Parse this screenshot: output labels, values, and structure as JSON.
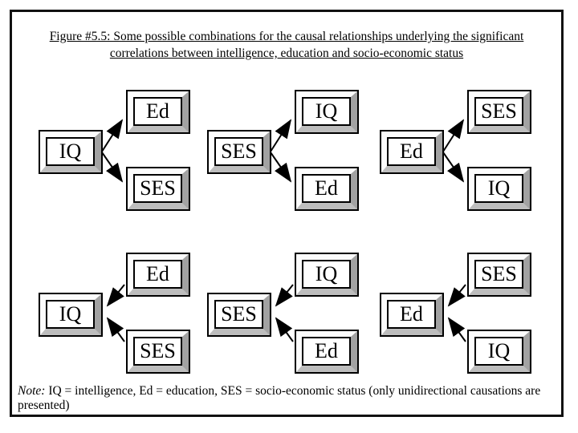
{
  "figure": {
    "title_line1": "Figure #5.5: Some possible combinations for the causal relationships underlying the significant",
    "title_line2": "correlations between intelligence, education and socio-economic status",
    "note_prefix": "Note:",
    "note_text": " IQ = intelligence, Ed = education, SES = socio-economic status (only unidirectional causations are presented)"
  },
  "diagrams": [
    {
      "left_label": "IQ",
      "top_label": "Ed",
      "bottom_label": "SES",
      "arrow_direction": "left-box-to-right-boxes"
    },
    {
      "left_label": "SES",
      "top_label": "IQ",
      "bottom_label": "Ed",
      "arrow_direction": "left-box-to-right-boxes"
    },
    {
      "left_label": "Ed",
      "top_label": "SES",
      "bottom_label": "IQ",
      "arrow_direction": "left-box-to-right-boxes"
    },
    {
      "left_label": "IQ",
      "top_label": "Ed",
      "bottom_label": "SES",
      "arrow_direction": "right-boxes-to-left-box"
    },
    {
      "left_label": "SES",
      "top_label": "IQ",
      "bottom_label": "Ed",
      "arrow_direction": "right-boxes-to-left-box"
    },
    {
      "left_label": "Ed",
      "top_label": "SES",
      "bottom_label": "IQ",
      "arrow_direction": "right-boxes-to-left-box"
    }
  ],
  "colors": {
    "ink": "#000000",
    "bevel_light": "#fcfcfc",
    "bevel_shadow_right": "#a2a2a2",
    "bevel_shadow_bottom": "#bdbdbd",
    "background": "#ffffff"
  }
}
